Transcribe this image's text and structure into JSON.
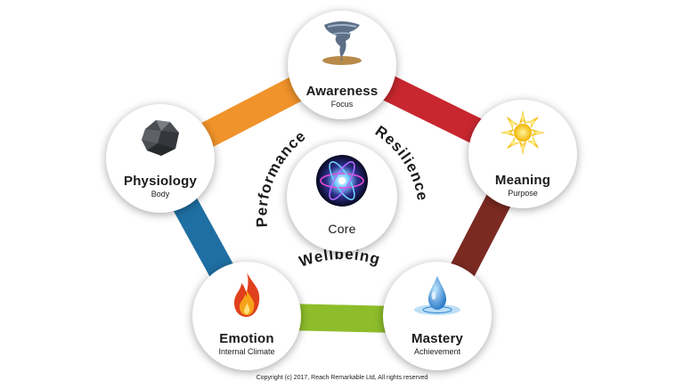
{
  "diagram": {
    "core": {
      "label": "Core",
      "icon": "atom-icon"
    },
    "arc_labels": {
      "performance": "Performance",
      "resilience": "Resilience",
      "wellbeing": "Wellbeing"
    },
    "nodes": {
      "awareness": {
        "label": "Awareness",
        "sub": "Focus",
        "icon": "tornado-icon"
      },
      "meaning": {
        "label": "Meaning",
        "sub": "Purpose",
        "icon": "sun-icon"
      },
      "mastery": {
        "label": "Mastery",
        "sub": "Achievement",
        "icon": "water-drop-icon"
      },
      "emotion": {
        "label": "Emotion",
        "sub": "Internal Climate",
        "icon": "flame-icon"
      },
      "physiology": {
        "label": "Physiology",
        "sub": "Body",
        "icon": "rock-icon"
      }
    },
    "connector_colors": {
      "physiology_awareness": "#f0932a",
      "awareness_meaning": "#c8272f",
      "meaning_mastery": "#7b2a22",
      "mastery_emotion": "#8dbd2a",
      "emotion_physiology": "#1f6fa3"
    }
  },
  "footer": {
    "copyright": "Copyright (c) 2017, Reach Remarkable Ltd, All rights reserved"
  }
}
